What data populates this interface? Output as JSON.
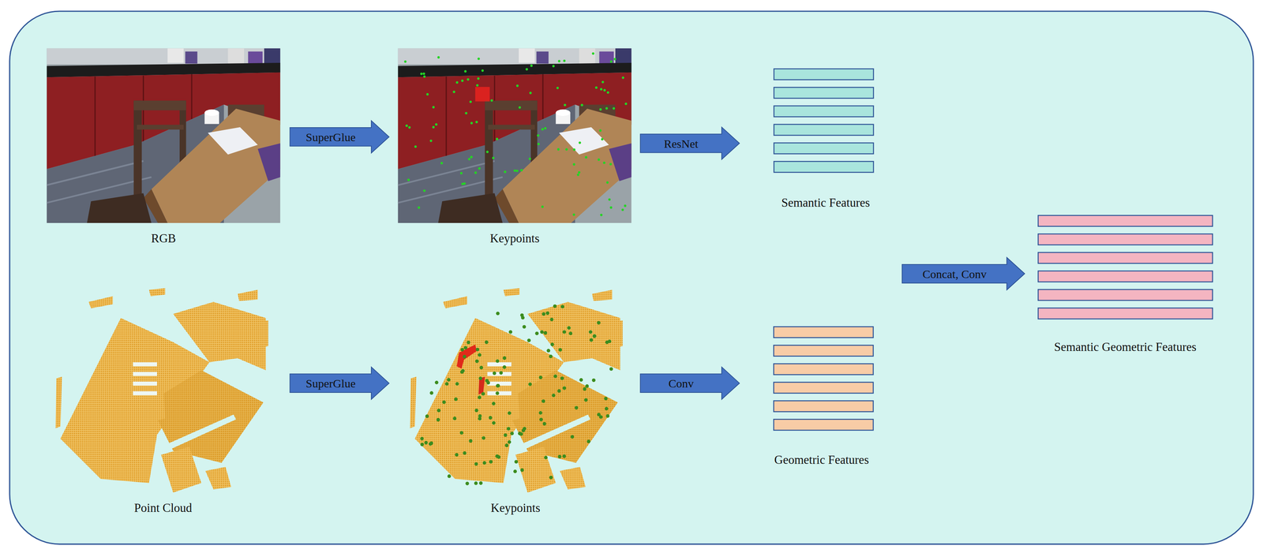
{
  "diagram": {
    "nodes": [
      {
        "text": [
          "RGB"
        ]
      },
      {
        "text": [
          "Keypoints"
        ]
      },
      {
        "text": [
          "Semantic Features"
        ]
      },
      {
        "text": [
          "Point Cloud"
        ]
      },
      {
        "text": [
          "Keypoints"
        ]
      },
      {
        "text": [
          "Geometric Features"
        ]
      },
      {
        "text": [
          "Semantic Geometric Features"
        ]
      }
    ],
    "edges": [
      {
        "from": 0,
        "to": 1,
        "label": "SuperGlue",
        "arrow": "to"
      },
      {
        "from": 1,
        "to": 2,
        "label": "ResNet",
        "arrow": "to"
      },
      {
        "from": 3,
        "to": 4,
        "label": "SuperGlue",
        "arrow": "to"
      },
      {
        "from": 4,
        "to": 5,
        "label": "Conv",
        "arrow": "to"
      },
      {
        "from": 2,
        "to": 6,
        "label": "Concat, Conv",
        "arrow": "to"
      },
      {
        "from": 5,
        "to": 6,
        "arrow": "to"
      }
    ]
  }
}
